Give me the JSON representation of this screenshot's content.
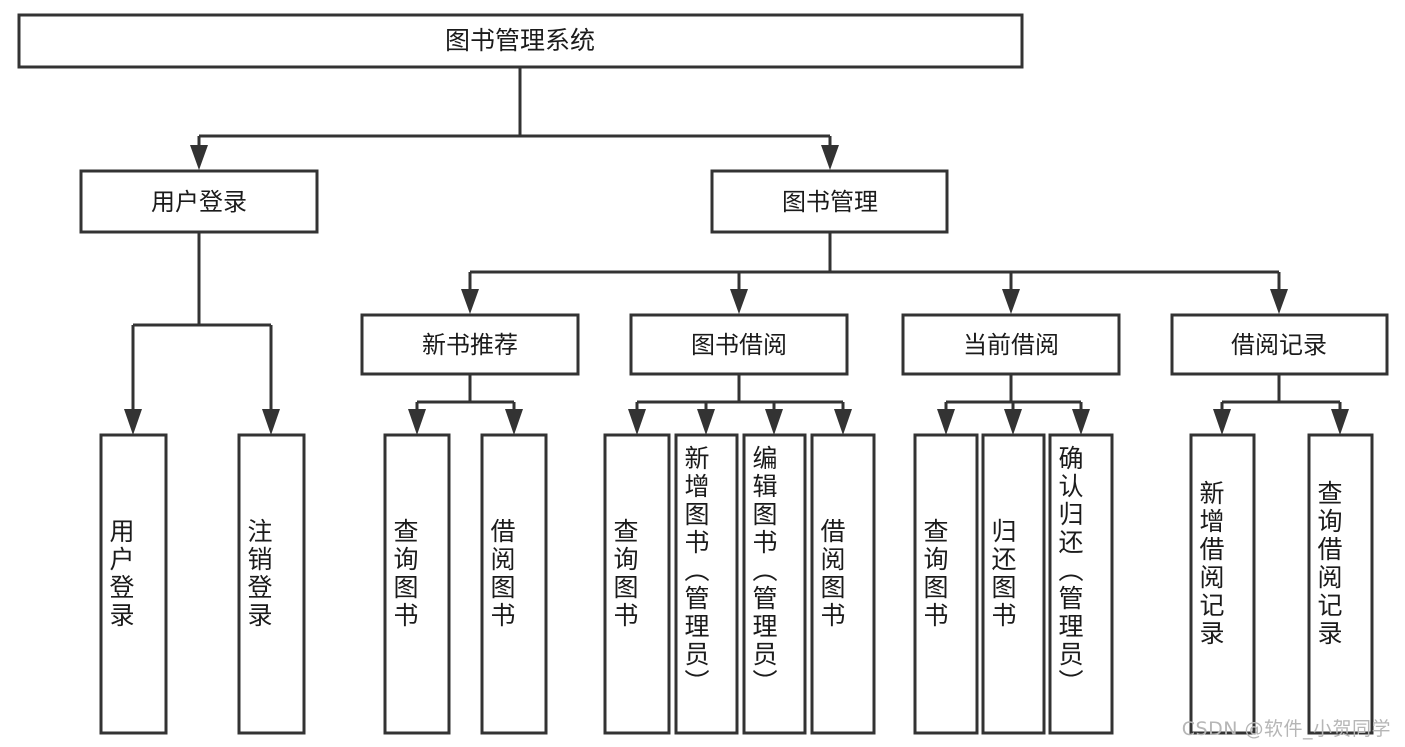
{
  "diagram": {
    "title": "图书管理系统",
    "watermark": "CSDN @软件_小贺同学",
    "colors": {
      "stroke": "#333333",
      "fill": "#ffffff",
      "text": "#1b1b1b",
      "watermark": "#b6b6b6"
    },
    "nodes": {
      "root": {
        "label": "图书管理系统"
      },
      "level2": [
        {
          "label": "用户登录"
        },
        {
          "label": "图书管理"
        }
      ],
      "level3": [
        {
          "label": "新书推荐"
        },
        {
          "label": "图书借阅"
        },
        {
          "label": "当前借阅"
        },
        {
          "label": "借阅记录"
        }
      ],
      "leaves": {
        "user_login": [
          {
            "label": "用户登录"
          },
          {
            "label": "注销登录"
          }
        ],
        "new_book": [
          {
            "label": "查询图书"
          },
          {
            "label": "借阅图书"
          }
        ],
        "book_borrow": [
          {
            "label": "查询图书"
          },
          {
            "label": "新增图书（管理员）"
          },
          {
            "label": "编辑图书（管理员）"
          },
          {
            "label": "借阅图书"
          }
        ],
        "current_borrow": [
          {
            "label": "查询图书"
          },
          {
            "label": "归还图书"
          },
          {
            "label": "确认归还（管理员）"
          }
        ],
        "borrow_record": [
          {
            "label": "新增借阅记录"
          },
          {
            "label": "查询借阅记录"
          }
        ]
      }
    }
  }
}
